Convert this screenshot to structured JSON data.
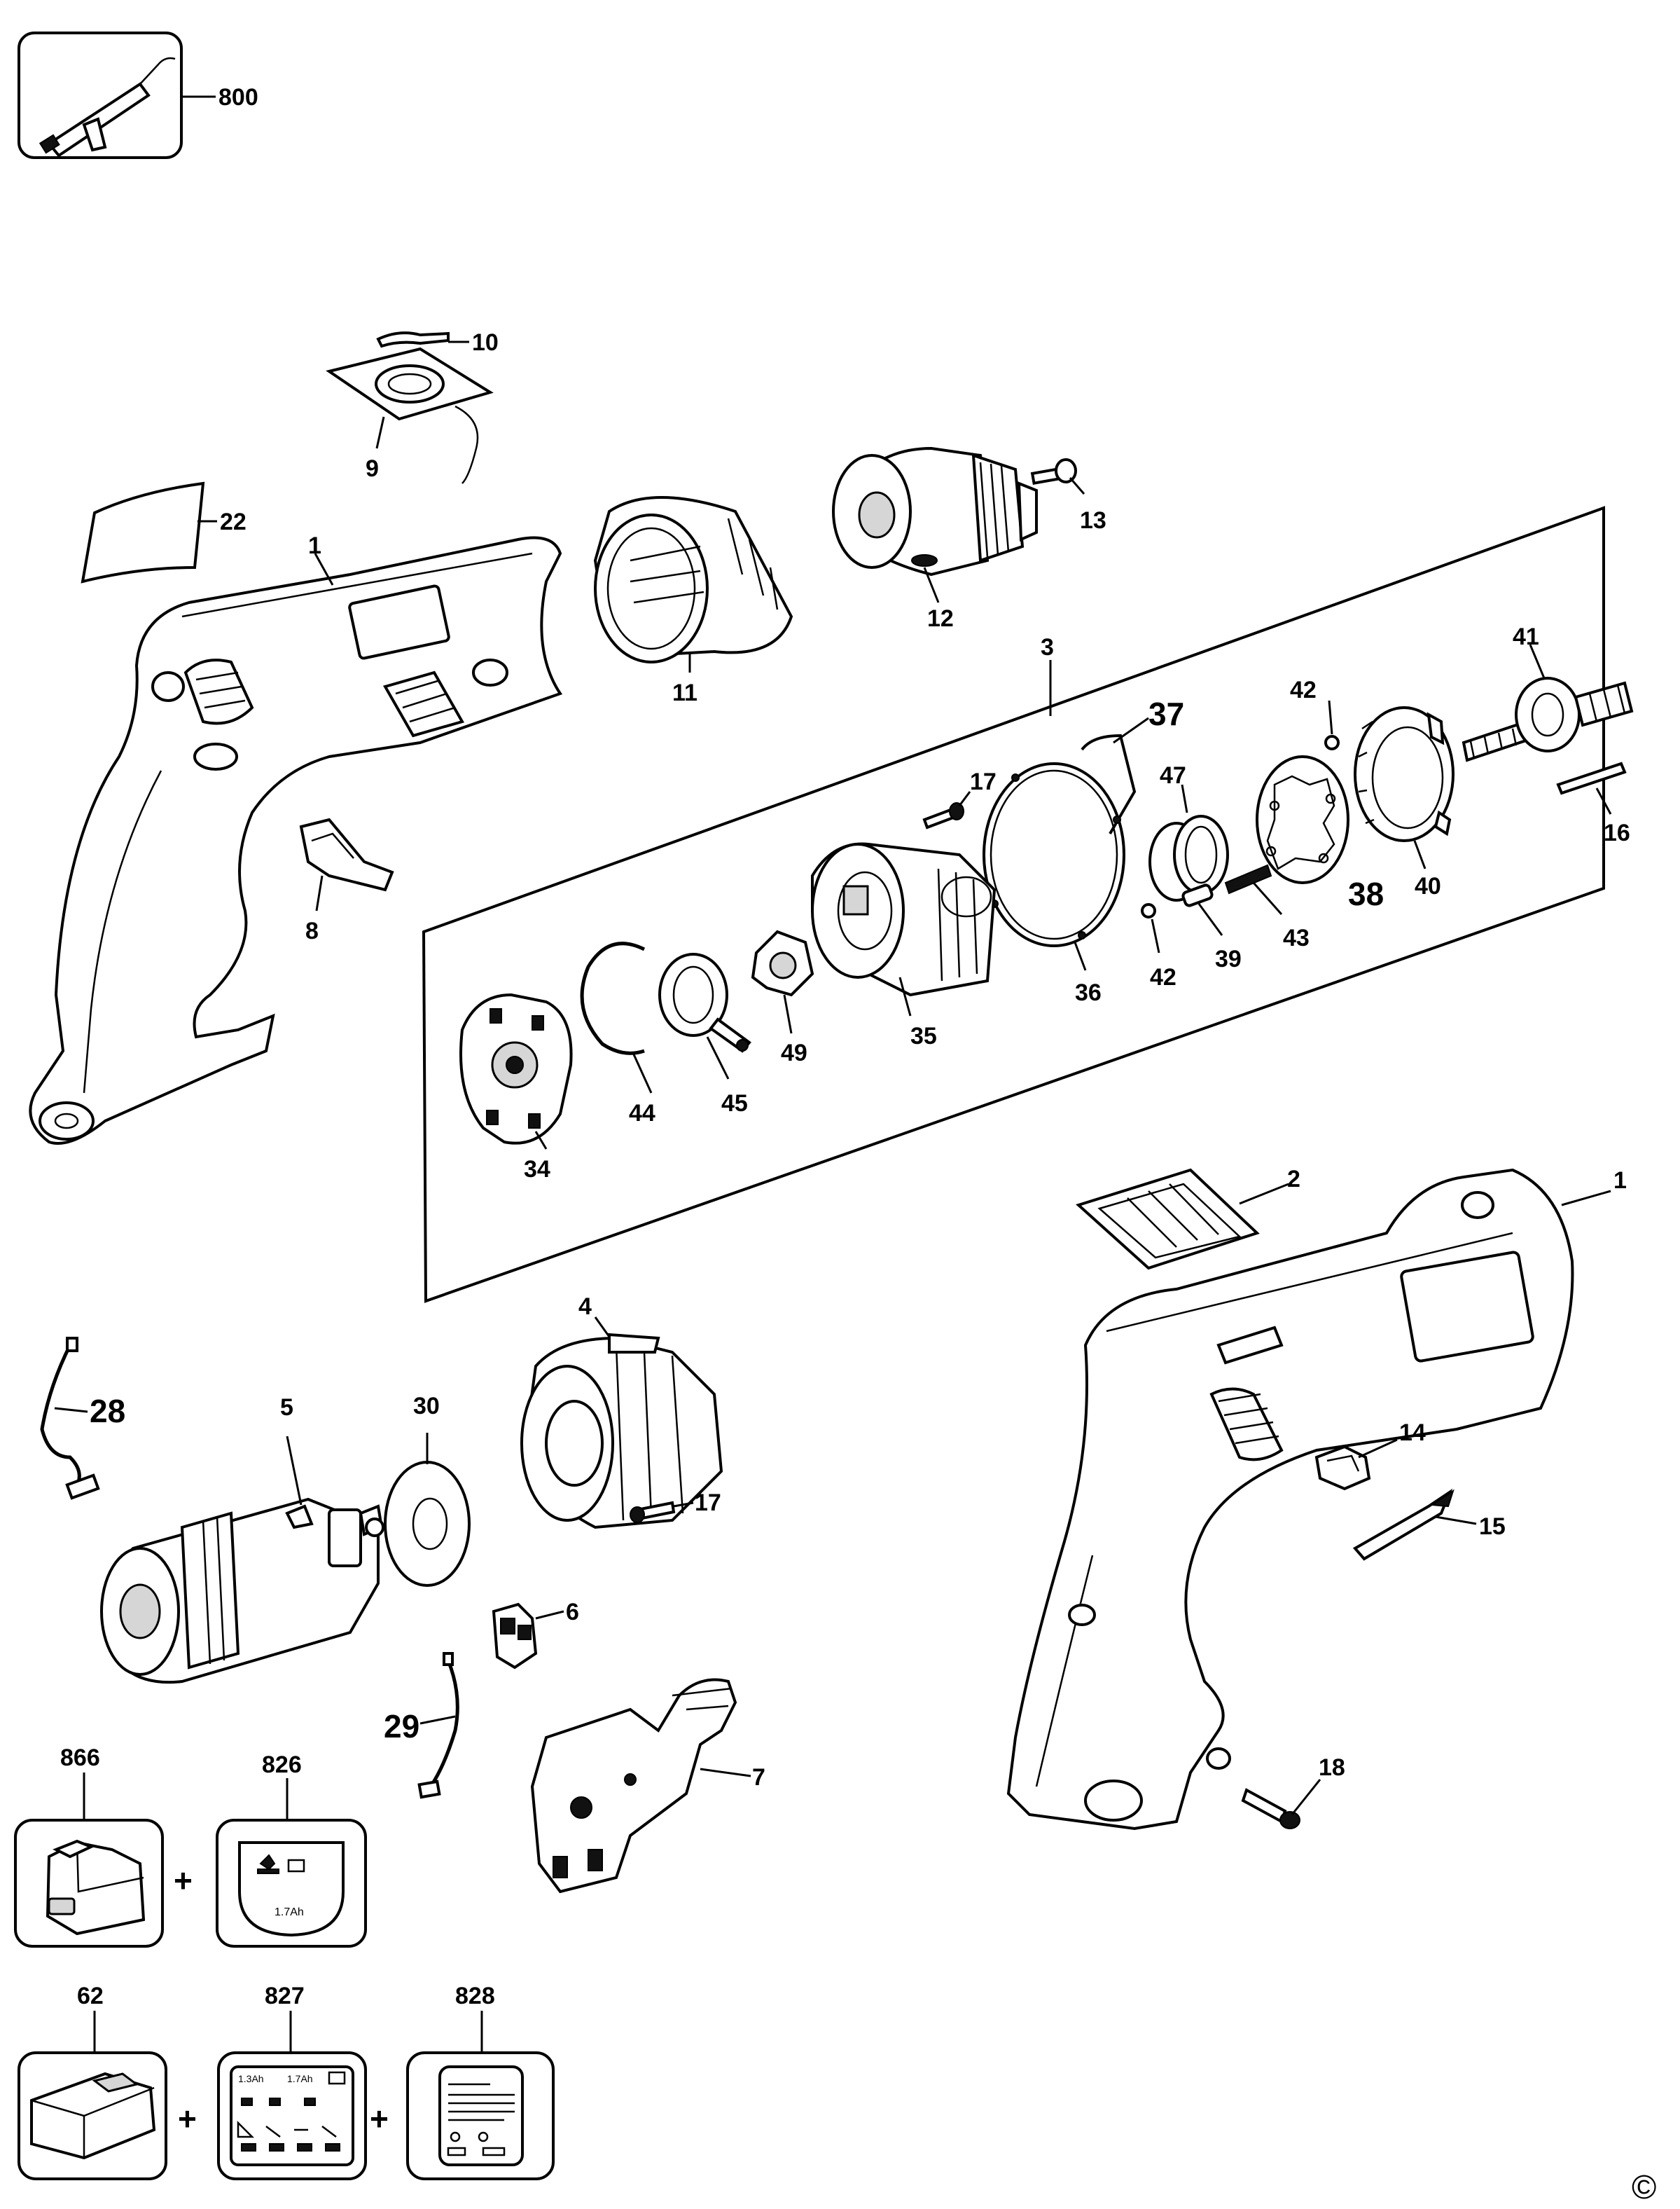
{
  "labels": {
    "p800": "800",
    "p10": "10",
    "p9": "9",
    "p22": "22",
    "p1a": "1",
    "p11": "11",
    "p12": "12",
    "p13": "13",
    "p3": "3",
    "p41": "41",
    "p42a": "42",
    "p37": "37",
    "p47": "47",
    "p17a": "17",
    "p16": "16",
    "p38": "38",
    "p40": "40",
    "p43": "43",
    "p39": "39",
    "p42b": "42",
    "p36": "36",
    "p8": "8",
    "p35": "35",
    "p49": "49",
    "p45": "45",
    "p44": "44",
    "p34": "34",
    "p2": "2",
    "p1b": "1",
    "p4": "4",
    "p28": "28",
    "p5": "5",
    "p30": "30",
    "p17b": "17",
    "p14": "14",
    "p15": "15",
    "p6": "6",
    "p29": "29",
    "p7": "7",
    "p18": "18",
    "p866": "866",
    "p826": "826",
    "p62": "62",
    "p827": "827",
    "p828": "828",
    "plus1": "+",
    "plus2": "+",
    "plus3": "+",
    "copyright": "©"
  },
  "label_texts": {
    "battery_label": "1.7Ah",
    "charger_label_1": "1.3Ah",
    "charger_label_2": "1.7Ah"
  }
}
